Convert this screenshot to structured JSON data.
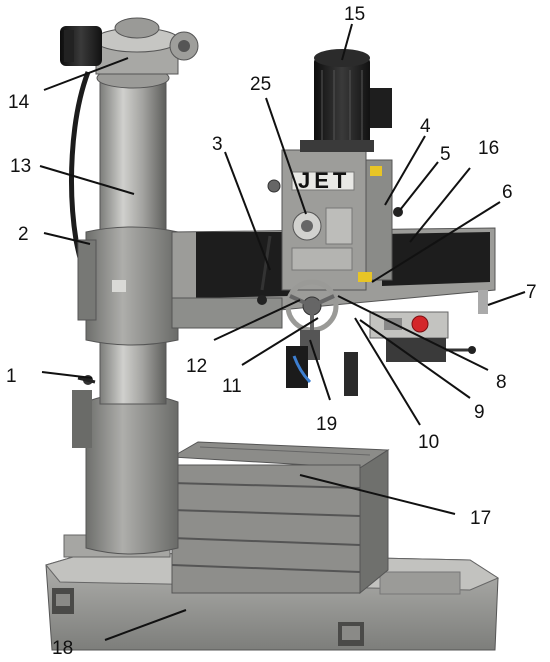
{
  "figure": {
    "brand": "JET",
    "callouts": {
      "c1": "1",
      "c2": "2",
      "c3": "3",
      "c4": "4",
      "c5": "5",
      "c6": "6",
      "c7": "7",
      "c8": "8",
      "c9": "9",
      "c10": "10",
      "c11": "11",
      "c12": "12",
      "c13": "13",
      "c14": "14",
      "c15": "15",
      "c16": "16",
      "c17": "17",
      "c18": "18",
      "c19": "19",
      "c25": "25"
    },
    "colors": {
      "body_gray": "#9a9a98",
      "dark_gray": "#5e5f5c",
      "light_gray": "#c9c9c6",
      "black": "#1b1b1b",
      "red_button": "#d4262a",
      "warning_yellow": "#e8c526"
    }
  }
}
